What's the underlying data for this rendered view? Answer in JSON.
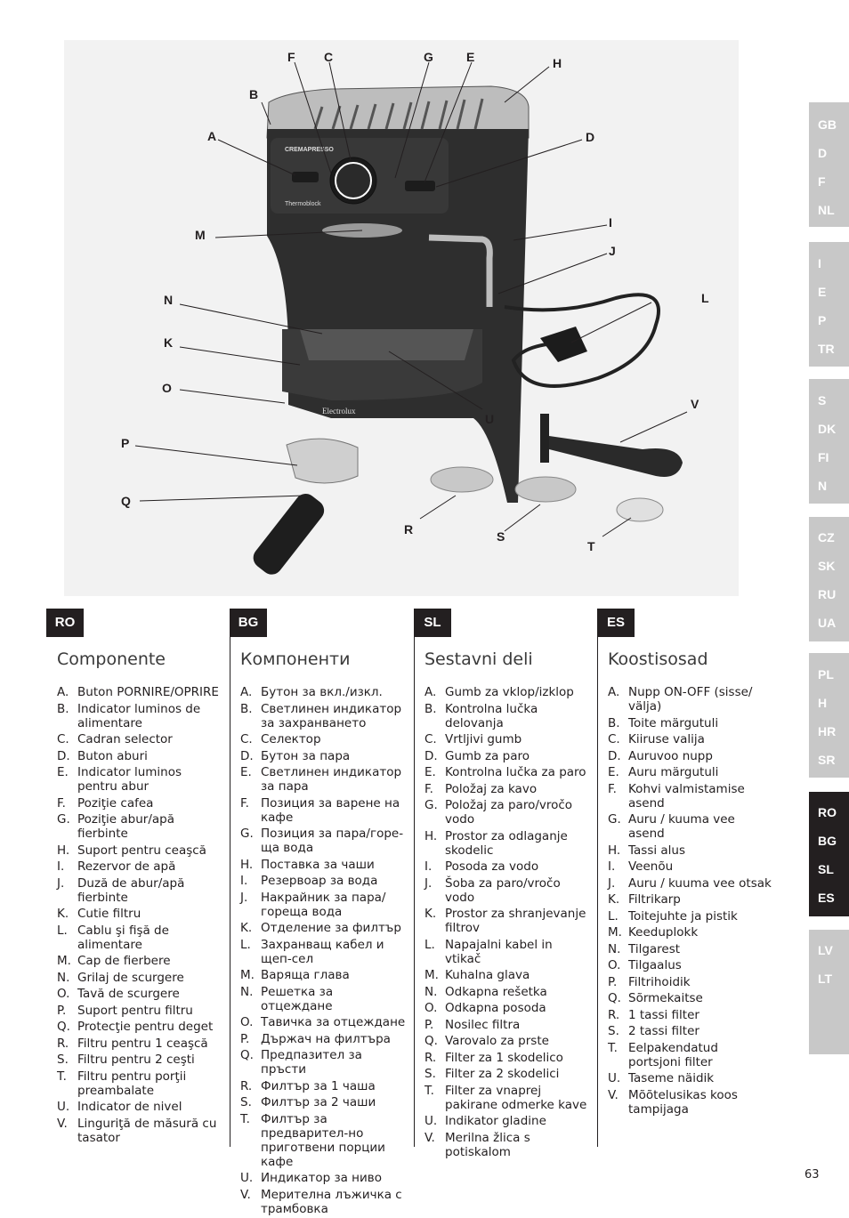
{
  "figure": {
    "device_brand": "CREMAPRESSO",
    "device_model": "Thermoblock",
    "logo": "Electrolux",
    "labels": [
      "F",
      "C",
      "G",
      "E",
      "H",
      "B",
      "A",
      "D",
      "M",
      "I",
      "J",
      "L",
      "N",
      "K",
      "O",
      "U",
      "V",
      "P",
      "Q",
      "R",
      "S",
      "T"
    ]
  },
  "columns": [
    {
      "lang": "RO",
      "title": "Componente",
      "items": [
        {
          "k": "A.",
          "t": "Buton PORNIRE/OPRIRE"
        },
        {
          "k": "B.",
          "t": "Indicator luminos de alimentare"
        },
        {
          "k": "C.",
          "t": "Cadran selector"
        },
        {
          "k": "D.",
          "t": "Buton aburi"
        },
        {
          "k": "E.",
          "t": "Indicator luminos pentru abur"
        },
        {
          "k": "F.",
          "t": "Poziţie cafea"
        },
        {
          "k": "G.",
          "t": "Poziţie abur/apă fierbinte"
        },
        {
          "k": "H.",
          "t": "Suport pentru ceaşcă"
        },
        {
          "k": "I.",
          "t": "Rezervor de apă"
        },
        {
          "k": "J.",
          "t": "Duză de abur/apă fierbinte"
        },
        {
          "k": "K.",
          "t": "Cutie filtru"
        },
        {
          "k": "L.",
          "t": "Cablu şi fişă de alimentare"
        },
        {
          "k": "M.",
          "t": "Cap de fierbere"
        },
        {
          "k": "N.",
          "t": "Grilaj de scurgere"
        },
        {
          "k": "O.",
          "t": "Tavă de scurgere"
        },
        {
          "k": "P.",
          "t": "Suport pentru filtru"
        },
        {
          "k": "Q.",
          "t": "Protecţie pentru deget"
        },
        {
          "k": "R.",
          "t": "Filtru pentru 1 ceaşcă"
        },
        {
          "k": "S.",
          "t": "Filtru pentru 2 ceşti"
        },
        {
          "k": "T.",
          "t": "Filtru pentru porţii preambalate"
        },
        {
          "k": "U.",
          "t": "Indicator de nivel"
        },
        {
          "k": "V.",
          "t": "Linguriţă de măsură cu tasator"
        }
      ]
    },
    {
      "lang": "BG",
      "title": "Компоненти",
      "items": [
        {
          "k": "A.",
          "t": "Бутон за вкл./изкл."
        },
        {
          "k": "B.",
          "t": "Светлинен индикатор за захранването"
        },
        {
          "k": "C.",
          "t": "Селектор"
        },
        {
          "k": "D.",
          "t": "Бутон за пара"
        },
        {
          "k": "E.",
          "t": "Светлинен индикатор за пара"
        },
        {
          "k": "F.",
          "t": "Позиция за варене на кафе"
        },
        {
          "k": "G.",
          "t": "Позиция за пара/горе-ща вода"
        },
        {
          "k": "H.",
          "t": "Поставка за чаши"
        },
        {
          "k": "I.",
          "t": "Резервоар за вода"
        },
        {
          "k": "J.",
          "t": "Накрайник за пара/ гореща вода"
        },
        {
          "k": "K.",
          "t": "Отделение за филтър"
        },
        {
          "k": "L.",
          "t": "Захранващ кабел и щеп-сел"
        },
        {
          "k": "M.",
          "t": "Варяща глава"
        },
        {
          "k": "N.",
          "t": "Решетка за отцеждане"
        },
        {
          "k": "O.",
          "t": "Тавичка за отцеждане"
        },
        {
          "k": "P.",
          "t": "Държач на филтъра"
        },
        {
          "k": "Q.",
          "t": "Предпазител за пръсти"
        },
        {
          "k": "R.",
          "t": "Филтър за 1 чаша"
        },
        {
          "k": "S.",
          "t": "Филтър за 2 чаши"
        },
        {
          "k": "T.",
          "t": "Филтър за предварител-но приготвени порции кафе"
        },
        {
          "k": "U.",
          "t": "Индикатор за ниво"
        },
        {
          "k": "V.",
          "t": "Мерителна лъжичка с трамбовка"
        }
      ]
    },
    {
      "lang": "SL",
      "title": "Sestavni deli",
      "items": [
        {
          "k": "A.",
          "t": "Gumb za vklop/izklop"
        },
        {
          "k": "B.",
          "t": "Kontrolna lučka delovanja"
        },
        {
          "k": "C.",
          "t": "Vrtljivi gumb"
        },
        {
          "k": "D.",
          "t": "Gumb za paro"
        },
        {
          "k": "E.",
          "t": "Kontrolna lučka za paro"
        },
        {
          "k": "F.",
          "t": "Položaj za kavo"
        },
        {
          "k": "G.",
          "t": "Položaj za paro/vročo vodo"
        },
        {
          "k": "H.",
          "t": "Prostor za odlaganje skodelic"
        },
        {
          "k": "I.",
          "t": "Posoda za vodo"
        },
        {
          "k": "J.",
          "t": "Šoba za paro/vročo vodo"
        },
        {
          "k": "K.",
          "t": "Prostor za shranjevanje filtrov"
        },
        {
          "k": "L.",
          "t": "Napajalni kabel in vtikač"
        },
        {
          "k": "M.",
          "t": "Kuhalna glava"
        },
        {
          "k": "N.",
          "t": "Odkapna rešetka"
        },
        {
          "k": "O.",
          "t": "Odkapna posoda"
        },
        {
          "k": "P.",
          "t": "Nosilec filtra"
        },
        {
          "k": "Q.",
          "t": "Varovalo za prste"
        },
        {
          "k": "R.",
          "t": "Filter za 1 skodelico"
        },
        {
          "k": "S.",
          "t": "Filter za 2 skodelici"
        },
        {
          "k": "T.",
          "t": "Filter za vnaprej pakirane odmerke kave"
        },
        {
          "k": "U.",
          "t": "Indikator gladine"
        },
        {
          "k": "V.",
          "t": "Merilna žlica s potiskalom"
        }
      ]
    },
    {
      "lang": "ES",
      "title": "Koostisosad",
      "items": [
        {
          "k": "A.",
          "t": "Nupp ON-OFF (sisse/ välja)"
        },
        {
          "k": "B.",
          "t": "Toite märgutuli"
        },
        {
          "k": "C.",
          "t": "Kiiruse valija"
        },
        {
          "k": "D.",
          "t": "Auruvoo nupp"
        },
        {
          "k": "E.",
          "t": "Auru märgutuli"
        },
        {
          "k": "F.",
          "t": "Kohvi valmistamise asend"
        },
        {
          "k": "G.",
          "t": "Auru / kuuma vee asend"
        },
        {
          "k": "H.",
          "t": "Tassi alus"
        },
        {
          "k": "I.",
          "t": "Veenõu"
        },
        {
          "k": "J.",
          "t": "Auru / kuuma vee otsak"
        },
        {
          "k": "K.",
          "t": "Filtrikarp"
        },
        {
          "k": "L.",
          "t": "Toitejuhte ja pistik"
        },
        {
          "k": "M.",
          "t": "Keeduplokk"
        },
        {
          "k": "N.",
          "t": "Tilgarest"
        },
        {
          "k": "O.",
          "t": "Tilgaalus"
        },
        {
          "k": "P.",
          "t": "Filtrihoidik"
        },
        {
          "k": "Q.",
          "t": "Sõrmekaitse"
        },
        {
          "k": "R.",
          "t": "1 tassi filter"
        },
        {
          "k": "S.",
          "t": "2 tassi filter"
        },
        {
          "k": "T.",
          "t": "Eelpakendatud portsjoni filter"
        },
        {
          "k": "U.",
          "t": "Taseme näidik"
        },
        {
          "k": "V.",
          "t": "Mõõtelusikas koos tampijaga"
        }
      ]
    }
  ],
  "language_tabs": [
    {
      "codes": [
        "GB",
        "D",
        "F",
        "NL"
      ],
      "active": false
    },
    {
      "codes": [
        "I",
        "E",
        "P",
        "TR"
      ],
      "active": false
    },
    {
      "codes": [
        "S",
        "DK",
        "FI",
        "N"
      ],
      "active": false
    },
    {
      "codes": [
        "CZ",
        "SK",
        "RU",
        "UA"
      ],
      "active": false
    },
    {
      "codes": [
        "PL",
        "H",
        "HR",
        "SR"
      ],
      "active": false
    },
    {
      "codes": [
        "RO",
        "BG",
        "SL",
        "ES"
      ],
      "active": true
    },
    {
      "codes": [
        "LV",
        "LT"
      ],
      "active": false
    }
  ],
  "page_number": "63",
  "colors": {
    "ink": "#231f20",
    "tab_inactive": "#c8c8c8",
    "figure_bg": "#f2f2f2"
  }
}
